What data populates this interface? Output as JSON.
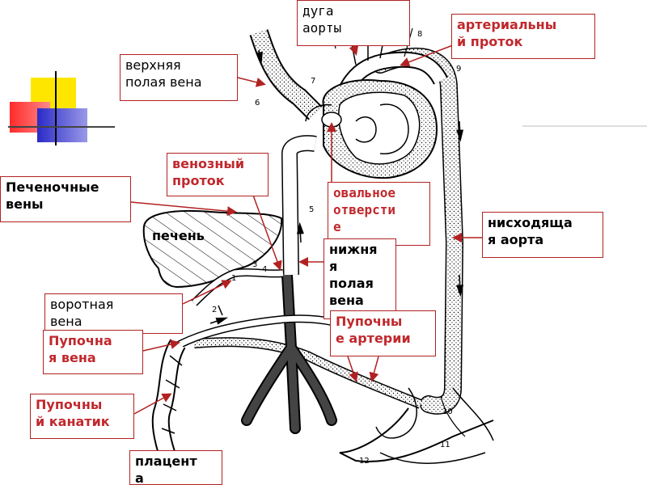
{
  "labels": {
    "svc": {
      "line1": "верхняя",
      "line2": "полая вена"
    },
    "aortic_arch": {
      "line1": "дуга",
      "line2": "аорты"
    },
    "ductus_arteriosus": {
      "line1": "артериальны",
      "line2": "й проток"
    },
    "ductus_venosus": {
      "line1": "венозный",
      "line2": "проток"
    },
    "hepatic_veins": {
      "line1": "Печеночные",
      "line2": "вены"
    },
    "foramen_ovale": {
      "line1": "овальное",
      "line2": "отверсти",
      "line3": "е"
    },
    "desc_aorta": {
      "line1": "нисходяща",
      "line2": "я аорта"
    },
    "ivc": {
      "line1": "нижня",
      "line2": "я",
      "line3": "полая",
      "line4": "вена"
    },
    "portal_vein": {
      "line1": "воротная",
      "line2": "вена"
    },
    "umb_vein": {
      "line1": "Пупочна",
      "line2": "я вена"
    },
    "umb_arteries": {
      "line1": "Пупочны",
      "line2": "е артерии"
    },
    "umb_cord": {
      "line1": "Пупочны",
      "line2": "й канатик"
    },
    "placenta": {
      "line1": "плацент",
      "line2": "а"
    },
    "liver": "печень"
  },
  "numbers": [
    "1",
    "2",
    "3",
    "4",
    "5",
    "6",
    "7",
    "8",
    "9",
    "10",
    "11",
    "12"
  ],
  "colors": {
    "label_border": "#b22222",
    "red_text": "#c0282d",
    "pointer": "#b22222",
    "deco_yellow": "#ffe600",
    "deco_red": "#ff3030",
    "deco_blue": "#3333cc"
  }
}
